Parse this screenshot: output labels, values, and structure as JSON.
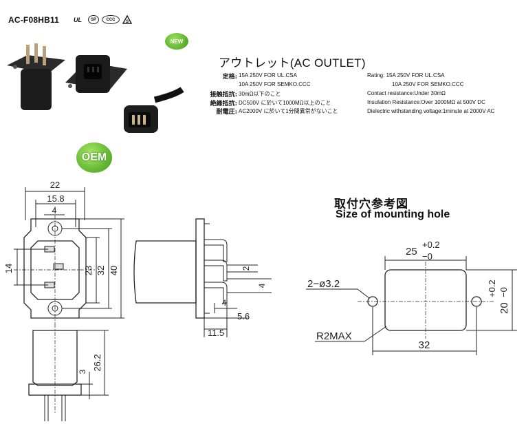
{
  "header": {
    "model": "AC-F08HB11",
    "certifications": {
      "ul": "UL",
      "csa": "SP",
      "ccc": "CCC",
      "semko": "S"
    },
    "new_badge": "NEW",
    "oem_badge": "OEM"
  },
  "product": {
    "title": "アウトレット(AC OUTLET)",
    "specs_jp": [
      {
        "label": "定格:",
        "value": "15A 250V FOR UL.CSA"
      },
      {
        "label": "",
        "value": "10A 250V FOR SEMKO.CCC"
      },
      {
        "label": "接触抵抗:",
        "value": "30mΩ以下のこと"
      },
      {
        "label": "絶縁抵抗:",
        "value": "DC500V に於いて1000MΩ以上のこと"
      },
      {
        "label": "耐電圧:",
        "value": "AC2000V に於いて1分間異常がないこと"
      }
    ],
    "specs_en": [
      "Rating: 15A 250V FOR UL.CSA",
      "10A 250V FOR SEMKO.CCC",
      "Contact resistance:Under 30mΩ",
      "Insulation Resistance:Over 1000MΩ  at 500V DC",
      "Dielectric withstanding voltage:1minute at 2000V AC"
    ]
  },
  "front_view": {
    "dims": [
      "22",
      "15.8",
      "4",
      "14",
      "23",
      "32",
      "40"
    ]
  },
  "side_view": {
    "dims": [
      "2",
      "4",
      "4",
      "5.6",
      "11.5"
    ]
  },
  "bottom_view": {
    "dims": [
      "3",
      "26.2"
    ]
  },
  "mounting_hole": {
    "title_jp": "取付穴参考図",
    "title_en": "Size of mounting hole",
    "width": "25",
    "width_tol_plus": "+0.2",
    "width_tol_minus": "−0",
    "height": "20",
    "height_tol_plus": "+0.2",
    "height_tol_minus": "−0",
    "holes": "2−ø3.2",
    "radius": "R2MAX",
    "pitch": "32"
  }
}
